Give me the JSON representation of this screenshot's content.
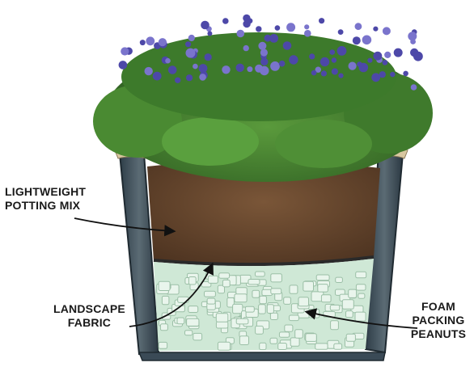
{
  "labels": {
    "potting_mix": "LIGHTWEIGHT\nPOTTING MIX",
    "landscape_fabric": "LANDSCAPE\nFABRIC",
    "foam_peanuts": "FOAM\nPACKING\nPEANUTS"
  },
  "colors": {
    "soil": "#6b4a30",
    "soil_dark": "#4e3421",
    "peanuts": "#cfe8d6",
    "pot_wall": "#3a4a56",
    "pot_rim": "#d8c7a0",
    "foliage": "#3f7a2c",
    "flowers": "#4d48a8",
    "arrow": "#111111"
  }
}
